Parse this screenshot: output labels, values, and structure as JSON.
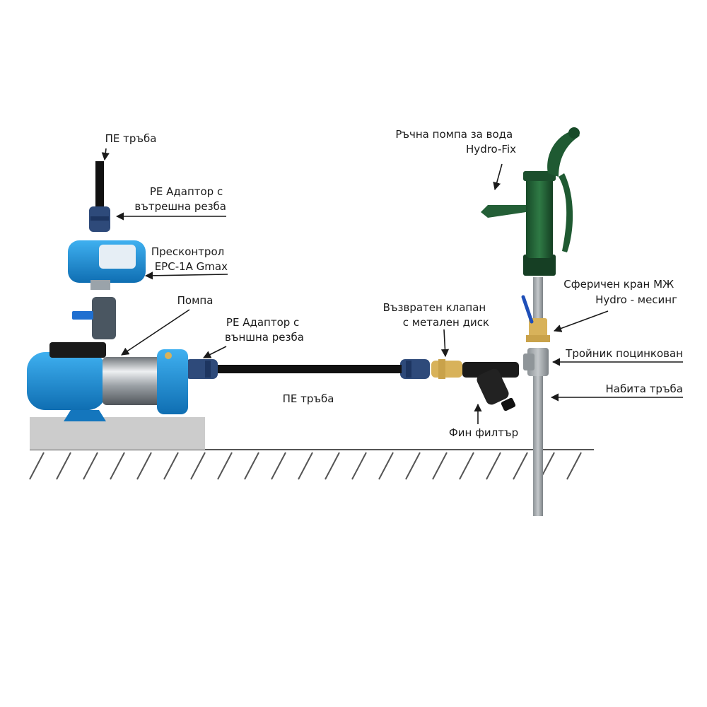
{
  "labels": {
    "pe_pipe_top": "ПЕ тръба",
    "pe_adapter_inner": [
      "PE Адаптор с",
      "вътрешна резба"
    ],
    "press_control": [
      "Пресконтрол",
      "EPC-1A Gmax"
    ],
    "pump": "Помпа",
    "pe_adapter_outer": [
      "PE Адаптор с",
      "външна резба"
    ],
    "pe_pipe_middle": "ПЕ тръба",
    "check_valve": [
      "Възвратен клапан",
      "с метален диск"
    ],
    "fine_filter": "Фин филтър",
    "hand_pump": [
      "Ръчна помпа за вода",
      "Hydro-Fix"
    ],
    "ball_valve": [
      "Сферичен кран МЖ",
      "Hydro - месинг"
    ],
    "tee": "Тройник поцинкован",
    "driven_pipe": "Набита тръба"
  },
  "colors": {
    "pump_blue": "#1e8fd6",
    "pipe_black": "#111111",
    "hand_pump_green": "#1f5a32",
    "galvanized": "#9ea3a6",
    "brass": "#d8b25a",
    "ground": "#cccccc"
  }
}
